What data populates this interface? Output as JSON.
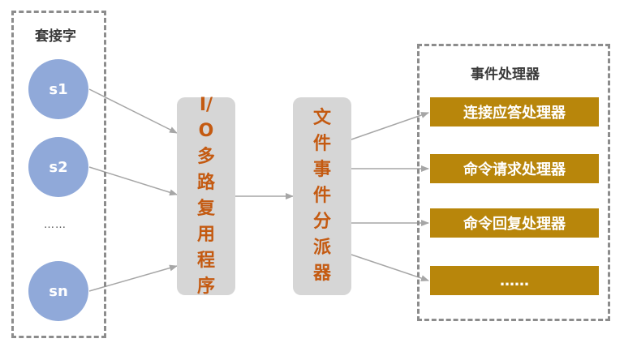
{
  "socket_group": {
    "label": "套接字",
    "sockets": [
      "s1",
      "s2",
      "sn"
    ],
    "ellipsis": "……"
  },
  "multiplexer": {
    "label": "I/O多路复用程序"
  },
  "dispatcher": {
    "label": "文件事件分派器"
  },
  "handler_group": {
    "label": "事件处理器",
    "handlers": [
      "连接应答处理器",
      "命令请求处理器",
      "命令回复处理器",
      "……"
    ]
  },
  "colors": {
    "socket_fill": "#90a9d9",
    "process_fill": "#d6d6d6",
    "process_text": "#c45a11",
    "handler_fill": "#b8860b",
    "arrow": "#a6a6a6",
    "dashed_border": "#8c8c8c"
  }
}
